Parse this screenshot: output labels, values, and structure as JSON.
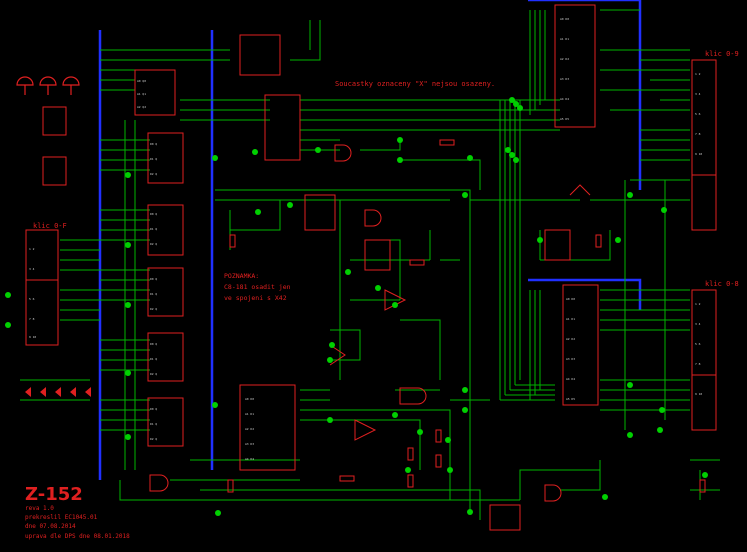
{
  "header_note": "Soucastky oznaceny \"X\" nejsou osazeny.",
  "connectors": {
    "left": "klic 0-F",
    "right_top": "klic 0-9",
    "right_bottom": "klic 0-8"
  },
  "note_lines": [
    "POZNAMKA:",
    "C8-181 osadit jen",
    "ve spojeni s X42"
  ],
  "title_block": {
    "title": "Z-152",
    "revision": "reva 1.0",
    "drawn_by": "prekreslil EC1045.01",
    "date": "dne 07.08.2014",
    "update": "uprava dle DPS dne 08.01.2018"
  },
  "colors": {
    "background": "#000000",
    "wire": "#00b300",
    "component": "#e02020",
    "bus": "#2030ff",
    "junction": "#00d000",
    "pin_text": "#cfcfcf"
  }
}
